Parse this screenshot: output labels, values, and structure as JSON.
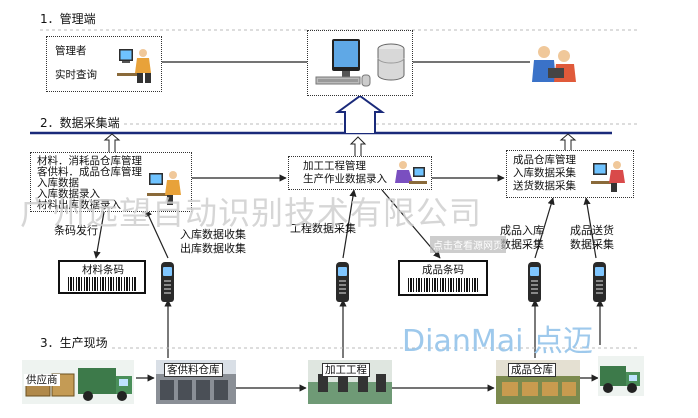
{
  "sections": {
    "management": "1．管理端",
    "collection": "2．数据采集端",
    "production": "3．生产现场"
  },
  "management_box": {
    "line1": "管理者",
    "line2": "实时查询"
  },
  "warehouse_box": {
    "lines": [
      "材料．消耗品仓库管理",
      "客供料．成品仓库管理",
      "入库数据",
      "入库数据录入",
      "材料出库数据录入"
    ]
  },
  "process_box": {
    "lines": [
      "加工工程管理",
      "生产作业数据录入"
    ]
  },
  "finished_box": {
    "lines": [
      "成品仓库管理",
      "入库数据采集",
      "送货数据采集"
    ]
  },
  "labels": {
    "barcode_issue": "条码发行",
    "in_collect": "入库数据收集",
    "out_collect": "出库数据收集",
    "process_collect": "工程数据采集",
    "finished_in": "成品入库",
    "data_collect": "数据采集",
    "finished_ship": "成品送货",
    "ship_collect": "数据采集"
  },
  "barcode_labels": {
    "material": "材料条码",
    "product": "成品条码"
  },
  "field_labels": {
    "supplier": "供应商",
    "warehouse": "客供料仓库",
    "processing": "加工工程",
    "finished": "成品仓库"
  },
  "watermark": {
    "company": "广州远望自动识别技术有限公司",
    "brand": "DianMai 点迈",
    "small": "点击查看源网页"
  },
  "colors": {
    "bus": "#1a2a7a",
    "arrow": "#222222",
    "watermark_blue": "#9ec9ec",
    "watermark_gray": "#cfcfcf"
  },
  "icons": [
    "computer-icon",
    "database-icon",
    "person-at-computer-icon",
    "handheld-scanner-icon",
    "truck-icon",
    "boxes-icon"
  ]
}
